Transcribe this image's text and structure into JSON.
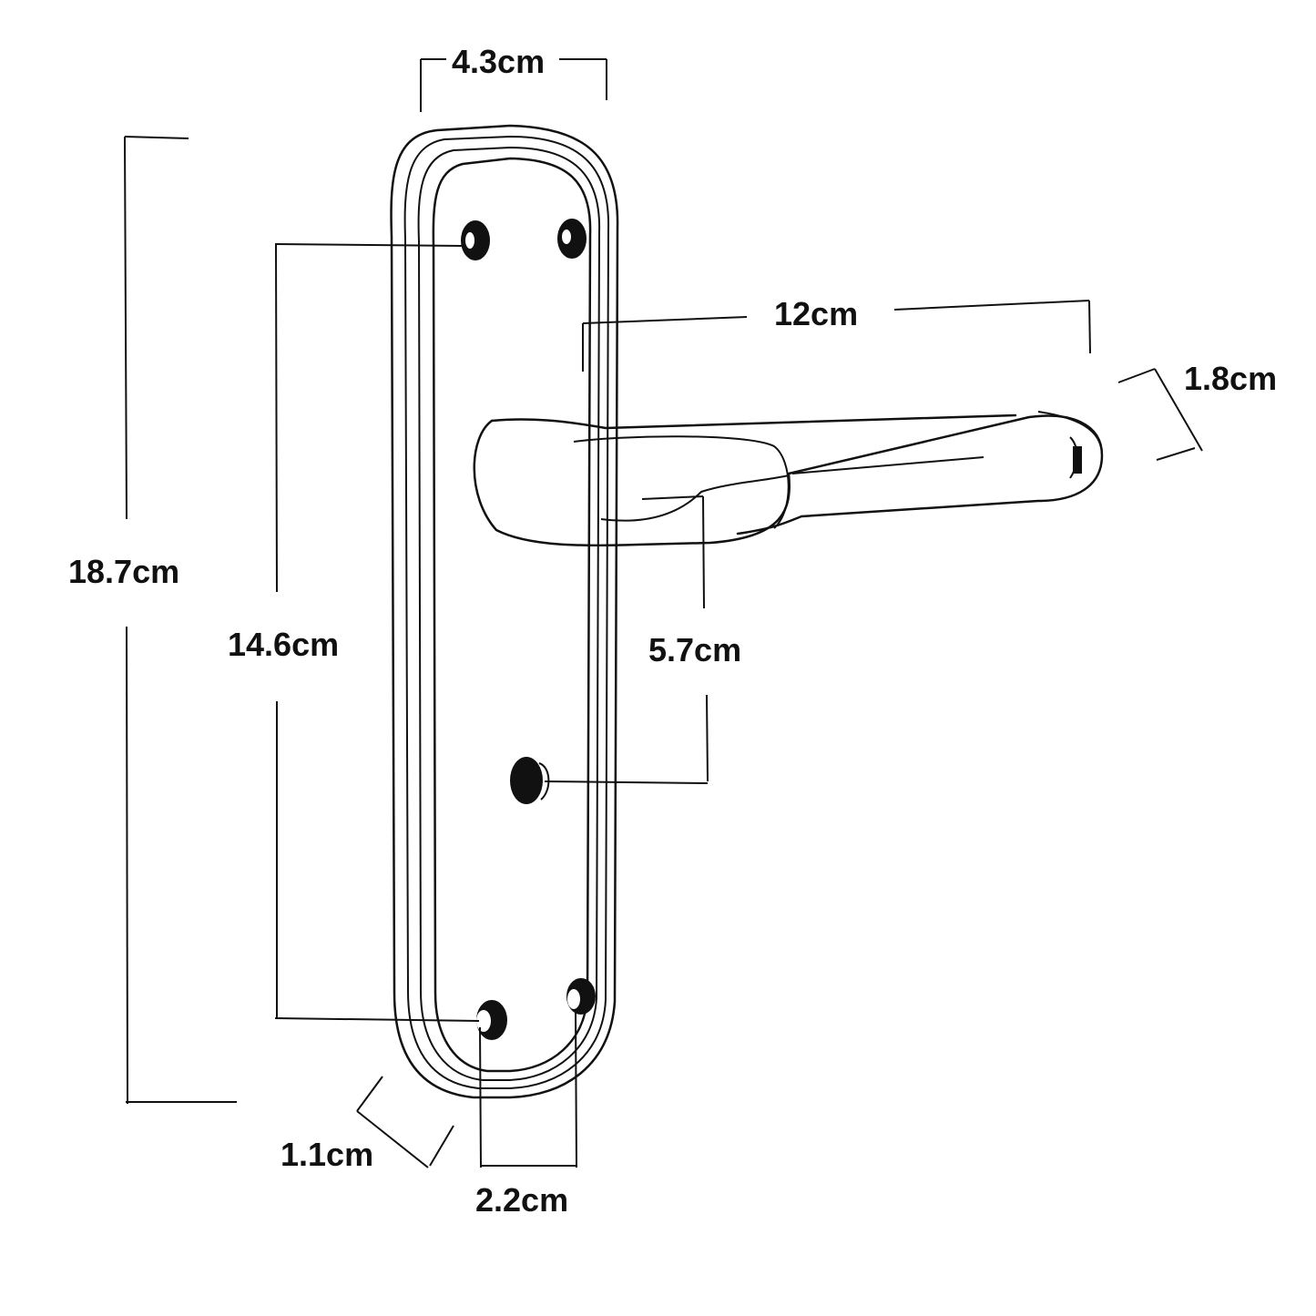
{
  "dimensions": {
    "top_width": "4.3cm",
    "overall_height": "18.7cm",
    "screw_spacing": "14.6cm",
    "lever_length": "12cm",
    "lever_thickness": "1.8cm",
    "lever_to_keyhole": "5.7cm",
    "plate_thickness": "1.1cm",
    "screw_pitch_bottom": "2.2cm"
  }
}
